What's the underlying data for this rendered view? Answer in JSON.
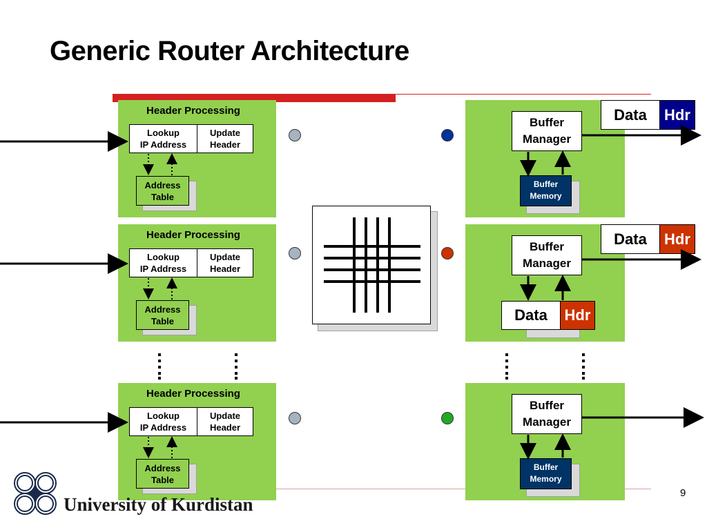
{
  "title": "Generic Router Architecture",
  "page_number": "9",
  "university": "University of Kurdistan",
  "colors": {
    "green": "#92d050",
    "red_bar": "#d42020",
    "buffer_memory": "#003366",
    "hdr_blue": "#00008b",
    "hdr_red": "#cc3300"
  },
  "input_ports": [
    {
      "title": "Header Processing",
      "lookup": "Lookup\nIP Address",
      "update": "Update\nHeader",
      "address_table": "Address\nTable"
    },
    {
      "title": "Header Processing",
      "lookup": "Lookup\nIP Address",
      "update": "Update\nHeader",
      "address_table": "Address\nTable"
    },
    {
      "title": "Header Processing",
      "lookup": "Lookup\nIP Address",
      "update": "Update\nHeader",
      "address_table": "Address\nTable"
    }
  ],
  "output_ports": [
    {
      "buffer_manager": "Buffer\nManager",
      "buffer_memory": "Buffer\nMemory"
    },
    {
      "buffer_manager": "Buffer\nManager",
      "packet_data": "Data",
      "packet_hdr": "Hdr"
    },
    {
      "buffer_manager": "Buffer\nManager",
      "buffer_memory": "Buffer\nMemory"
    }
  ],
  "output_packets": [
    {
      "data": "Data",
      "hdr": "Hdr",
      "hdr_color": "#00008b"
    },
    {
      "data": "Data",
      "hdr": "Hdr",
      "hdr_color": "#cc3300"
    }
  ],
  "switch_dots": [
    {
      "input": "#a6b3c0",
      "output": "#003399"
    },
    {
      "input": "#a6b3c0",
      "output": "#cc3300"
    },
    {
      "input": "#a6b3c0",
      "output": "#22aa22"
    }
  ]
}
